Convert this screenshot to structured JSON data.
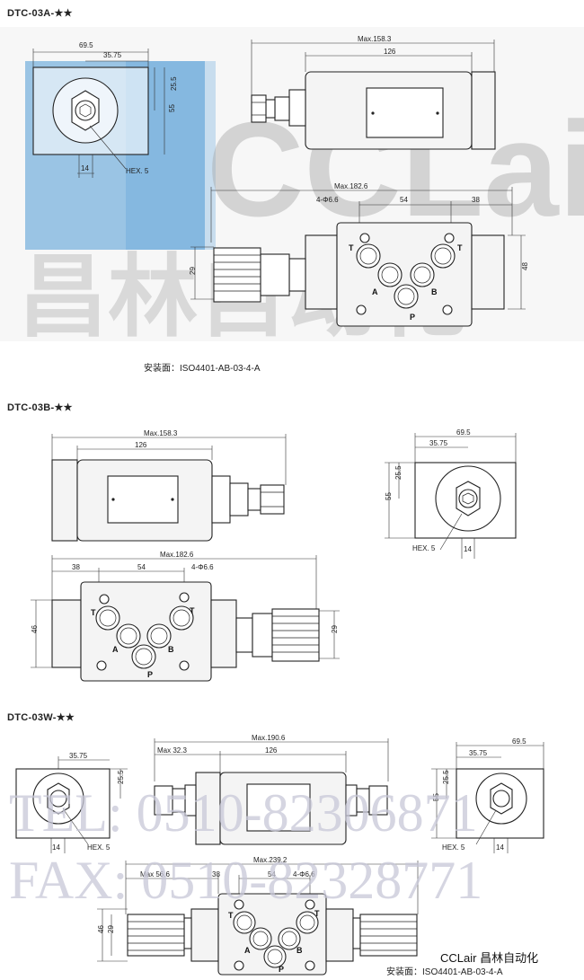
{
  "sections": {
    "a": {
      "title": "DTC-03A-★★",
      "top": {
        "width": "69.5",
        "offset": "35.75",
        "h1": "25.5",
        "h2": "55",
        "hex_w": "14",
        "hex": "HEX. 5"
      },
      "side": {
        "max": "Max.158.3",
        "length": "126"
      },
      "face": {
        "max": "Max.182.6",
        "holes": "4-Φ6.6",
        "d1": "54",
        "d2": "38",
        "hl": "29",
        "hr": "48"
      },
      "mount": "安装面：ISO4401-AB-03-4-A"
    },
    "b": {
      "title": "DTC-03B-★★",
      "side": {
        "max": "Max.158.3",
        "length": "126"
      },
      "end": {
        "width": "69.5",
        "offset": "35.75",
        "h1": "25.5",
        "h2": "55",
        "hex": "HEX. 5",
        "hex_w": "14"
      },
      "face": {
        "max": "Max.182.6",
        "d1": "38",
        "d2": "54",
        "holes": "4-Φ6.6",
        "hl": "46",
        "hr": "29"
      }
    },
    "w": {
      "title": "DTC-03W-★★",
      "left_end": {
        "offset": "35.75",
        "h1": "25.5",
        "hex_w": "14",
        "hex": "HEX. 5"
      },
      "side": {
        "max": "Max.190.6",
        "max2": "Max 32.3",
        "length": "126"
      },
      "right_end": {
        "width": "69.5",
        "offset": "35.75",
        "h1": "25.5",
        "h2": "55",
        "hex": "HEX. 5",
        "hex_w": "14"
      },
      "face": {
        "max": "Max.239.2",
        "max2": "Max 56.6",
        "d1": "38",
        "d2": "54",
        "holes": "4-Φ6.6",
        "hl1": "46",
        "hl2": "29"
      },
      "mount": "安装面：ISO4401-AB-03-4-A"
    }
  },
  "ports": {
    "t": "T",
    "a": "A",
    "b": "B",
    "p": "P"
  },
  "watermarks": {
    "logo": "CCLair",
    "cn": "昌林自动化",
    "tel": "TEL: 0510-82306871",
    "fax": "FAX: 0510-82328771"
  },
  "brand": {
    "name": "CCLair 昌林自动化"
  },
  "colors": {
    "logo_blue": "#4f9ad6",
    "watermark_gray": "#c8c8d8"
  }
}
